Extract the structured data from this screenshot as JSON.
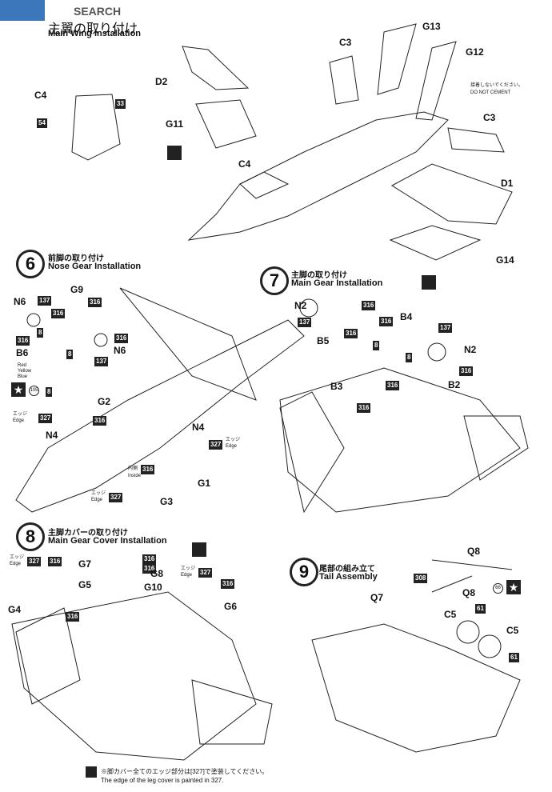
{
  "watermark": "SEARCH",
  "step5": {
    "jp": "主翼の取り付け",
    "en": "Main Wing Installation"
  },
  "step6": {
    "num": "6",
    "jp": "前脚の取り付け",
    "en": "Nose Gear Installation"
  },
  "step7": {
    "num": "7",
    "jp": "主脚の取り付け",
    "en": "Main Gear Installation"
  },
  "step8": {
    "num": "8",
    "jp": "主脚カバーの取り付け",
    "en": "Main Gear Cover Installation"
  },
  "step9": {
    "num": "9",
    "jp": "尾部の組み立て",
    "en": "Tail Assembly"
  },
  "do_not_cement": {
    "jp": "接着しないでください。",
    "en": "DO NOT CEMENT"
  },
  "edge_jp": "エッジ",
  "edge_en": "Edge",
  "inside_jp": "内側",
  "inside_en": "Inside",
  "footer": {
    "jp": "※脚カバー全てのエッジ部分は[327]で塗装してください。",
    "en": "The edge of the leg cover is painted in 327."
  },
  "colors": {
    "ink": "#222222",
    "paper": "#ffffff"
  },
  "parts": {
    "C3": "C3",
    "G13": "G13",
    "G12": "G12",
    "D2": "D2",
    "C4": "C4",
    "G11": "G11",
    "D1": "D1",
    "G14": "G14",
    "N6": "N6",
    "G9": "G9",
    "B6": "B6",
    "G2": "G2",
    "N4": "N4",
    "G1": "G1",
    "G3": "G3",
    "N2": "N2",
    "B4": "B4",
    "B5": "B5",
    "B3": "B3",
    "B2": "B2",
    "G7": "G7",
    "G8": "G8",
    "G5": "G5",
    "G10": "G10",
    "G4": "G4",
    "G6": "G6",
    "Q8": "Q8",
    "Q7": "Q7",
    "C5": "C5"
  },
  "paint_codes": {
    "p33": "33",
    "p54": "54",
    "p137": "137",
    "p316": "316",
    "p8": "8",
    "p327": "327",
    "p308": "308",
    "p61": "61",
    "p66": "66",
    "p105": "105"
  },
  "nose_gear_note": [
    "Red",
    "Yellow",
    "Blue"
  ]
}
